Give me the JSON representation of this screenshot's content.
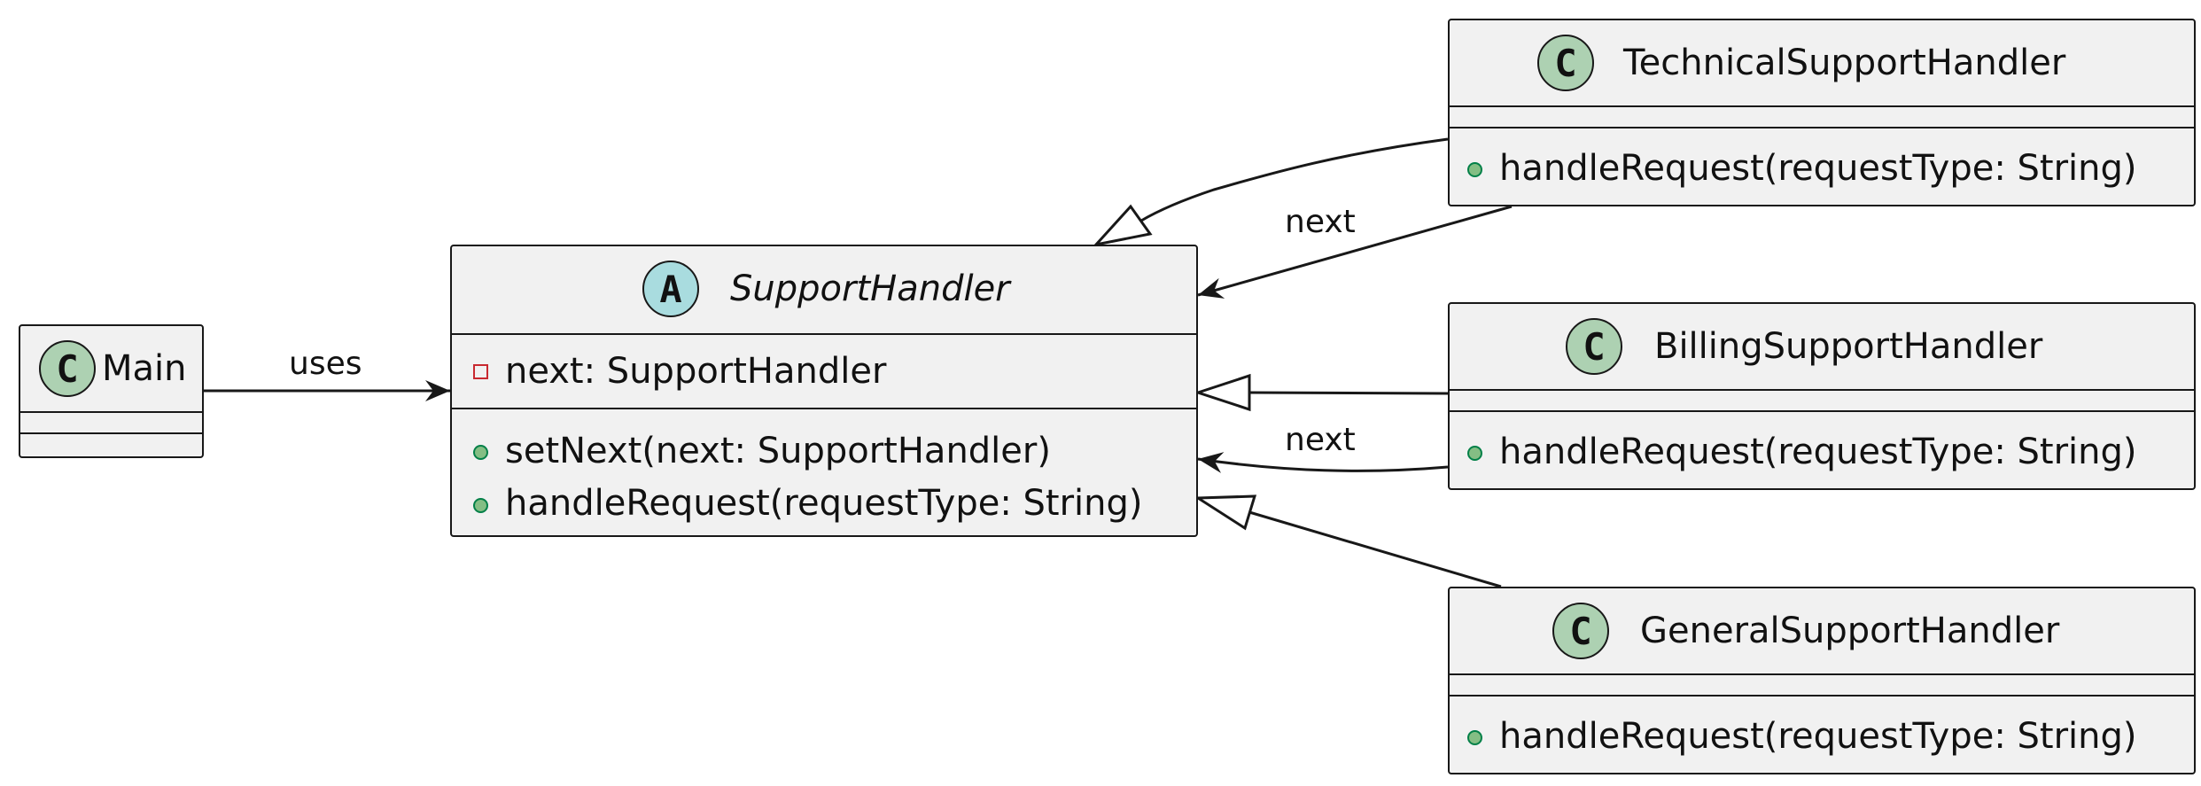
{
  "classes": {
    "main": {
      "badge": "C",
      "name": "Main"
    },
    "support": {
      "badge": "A",
      "name": "SupportHandler",
      "fields": [
        "next: SupportHandler"
      ],
      "methods": [
        "setNext(next: SupportHandler)",
        "handleRequest(requestType: String)"
      ]
    },
    "technical": {
      "badge": "C",
      "name": "TechnicalSupportHandler",
      "methods": [
        "handleRequest(requestType: String)"
      ]
    },
    "billing": {
      "badge": "C",
      "name": "BillingSupportHandler",
      "methods": [
        "handleRequest(requestType: String)"
      ]
    },
    "general": {
      "badge": "C",
      "name": "GeneralSupportHandler",
      "methods": [
        "handleRequest(requestType: String)"
      ]
    }
  },
  "relations": {
    "uses_label": "uses",
    "tech_next_label": "next",
    "billing_next_label": "next"
  },
  "colors": {
    "class_fill": "#f1f1f1",
    "border": "#181818",
    "class_badge": "#add1b2",
    "abstract_badge": "#a9dcdf",
    "public_dot": "#84be84",
    "private_marker": "#c82930"
  }
}
